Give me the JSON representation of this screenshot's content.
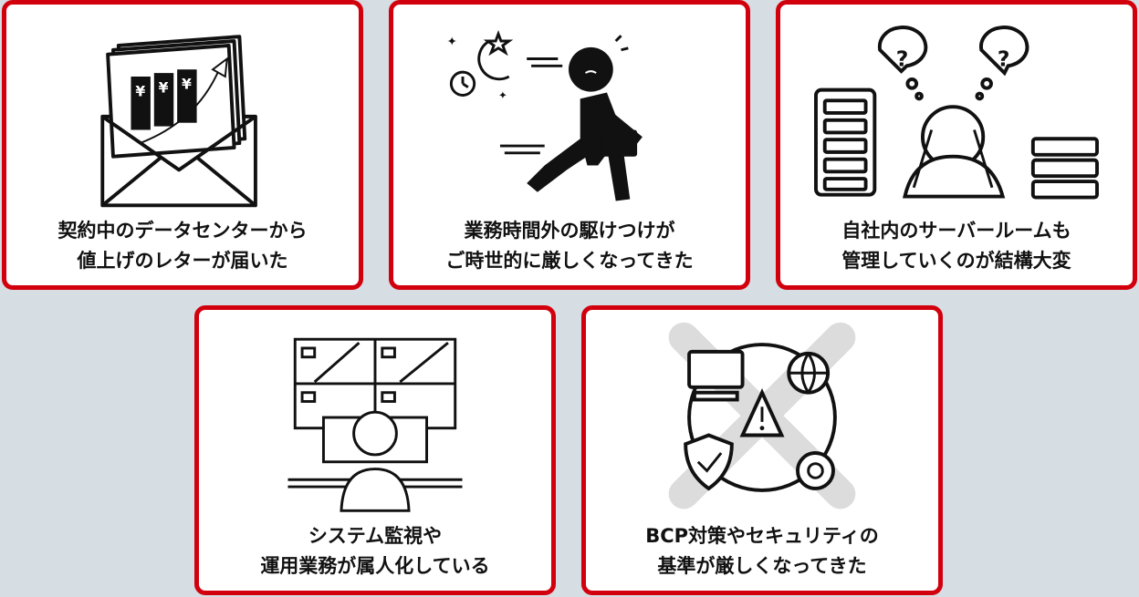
{
  "cards": [
    {
      "icon": "envelope-letter-icon",
      "lines": [
        "契約中のデータセンターから",
        "値上げのレターが届いた"
      ]
    },
    {
      "icon": "busy-person-icon",
      "lines": [
        "業務時間外の駆けつけが",
        "ご時世的に厳しくなってきた"
      ]
    },
    {
      "icon": "server-room-worry-icon",
      "lines": [
        "自社内のサーバールームも",
        "管理していくのが結構大変"
      ]
    },
    {
      "icon": "monitoring-operator-icon",
      "lines": [
        "システム監視や",
        "運用業務が属人化している"
      ]
    },
    {
      "icon": "bcp-risk-icon",
      "lines": [
        "BCP対策やセキュリティの",
        "基準が厳しくなってきた"
      ]
    }
  ],
  "colors": {
    "border": "#d2000d",
    "background": "#d6dde3",
    "card": "#ffffff"
  }
}
